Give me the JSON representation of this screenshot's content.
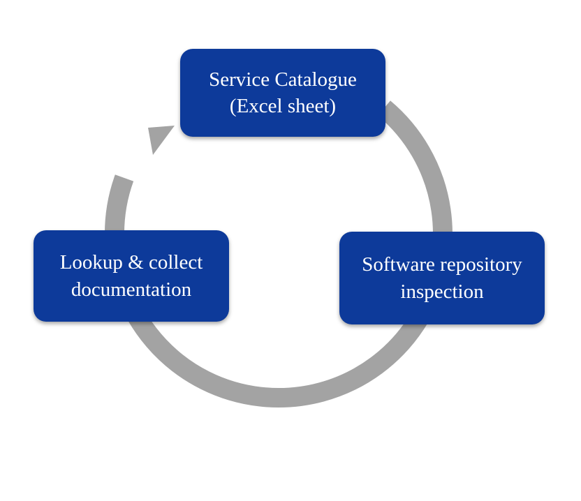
{
  "diagram": {
    "type": "cycle",
    "nodes": [
      {
        "id": "top",
        "lines": [
          "Service Catalogue",
          "(Excel sheet)"
        ]
      },
      {
        "id": "right",
        "lines": [
          "Software repository",
          "inspection"
        ]
      },
      {
        "id": "left",
        "lines": [
          "Lookup & collect",
          "documentation"
        ]
      }
    ],
    "flow": [
      "top",
      "right",
      "left",
      "top"
    ],
    "direction": "clockwise",
    "colors": {
      "node_fill": "#0d3a9a",
      "node_text": "#ffffff",
      "arrow": "#a3a3a3",
      "background": "#ffffff"
    }
  }
}
